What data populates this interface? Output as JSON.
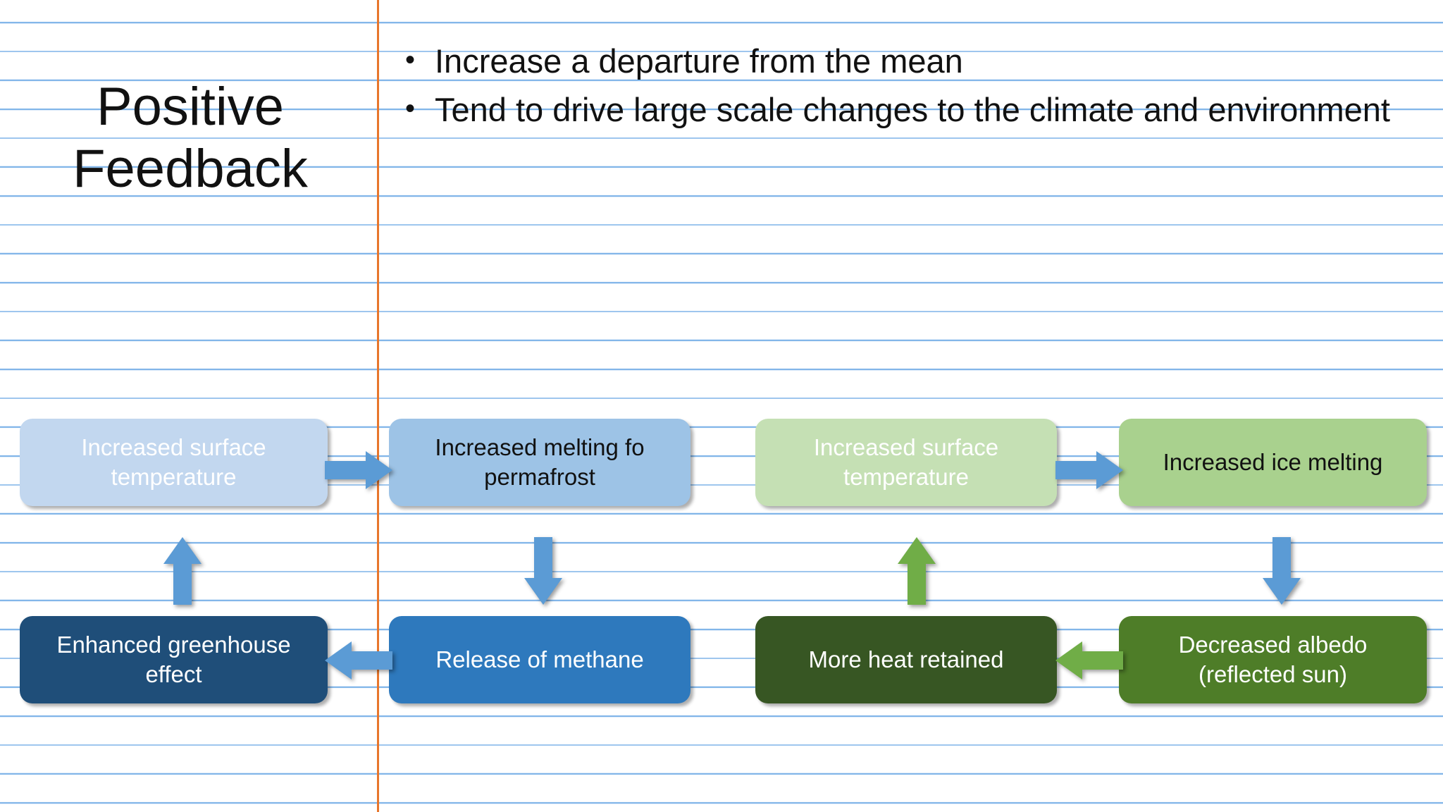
{
  "page": {
    "background": "lined-notebook-paper",
    "rule_color": "#7eb3e8",
    "margin_color": "#e8762c"
  },
  "heading": {
    "line1": "Positive",
    "line2": "Feedback"
  },
  "bullets": {
    "marker": "•",
    "items": [
      "Increase a departure from the mean",
      "Tend to drive large scale changes to the climate and environment"
    ]
  },
  "flowchart": {
    "nodes": [
      {
        "id": "n1",
        "label": "Increased surface temperature",
        "fill": "#c2d7ef",
        "text_color": "#ffffff"
      },
      {
        "id": "n2",
        "label": "Increased melting fo permafrost",
        "fill": "#9dc3e6",
        "text_color": "#111111"
      },
      {
        "id": "n3",
        "label": "Increased surface temperature",
        "fill": "#c5e0b4",
        "text_color": "#ffffff"
      },
      {
        "id": "n4",
        "label": "Increased ice melting",
        "fill": "#a9d18e",
        "text_color": "#111111"
      },
      {
        "id": "n5",
        "label": "Enhanced greenhouse effect",
        "fill": "#1f4e79",
        "text_color": "#ffffff"
      },
      {
        "id": "n6",
        "label": "Release of methane",
        "fill": "#2e79bd",
        "text_color": "#ffffff"
      },
      {
        "id": "n7",
        "label": "More heat retained",
        "fill": "#375623",
        "text_color": "#ffffff"
      },
      {
        "id": "n8",
        "label": "Decreased albedo (reflected sun)",
        "fill": "#4e7d28",
        "text_color": "#ffffff"
      }
    ],
    "arrows": [
      {
        "id": "a1",
        "direction": "right",
        "color": "#5b9bd5",
        "from": "n1",
        "to": "n2"
      },
      {
        "id": "a2",
        "direction": "right",
        "color": "#5b9bd5",
        "from": "n3",
        "to": "n4"
      },
      {
        "id": "a3",
        "direction": "down",
        "color": "#5b9bd5",
        "from": "n2",
        "to": "n6"
      },
      {
        "id": "a4",
        "direction": "down",
        "color": "#5b9bd5",
        "from": "n4",
        "to": "n8"
      },
      {
        "id": "a5",
        "direction": "up",
        "color": "#5b9bd5",
        "from": "n5",
        "to": "n1"
      },
      {
        "id": "a6",
        "direction": "up",
        "color": "#70ad47",
        "from": "n7",
        "to": "n3"
      },
      {
        "id": "a7",
        "direction": "left",
        "color": "#5b9bd5",
        "from": "n6",
        "to": "n5"
      },
      {
        "id": "a8",
        "direction": "left",
        "color": "#70ad47",
        "from": "n8",
        "to": "n7"
      }
    ],
    "accent_blue": "#5b9bd5",
    "accent_green": "#70ad47"
  }
}
